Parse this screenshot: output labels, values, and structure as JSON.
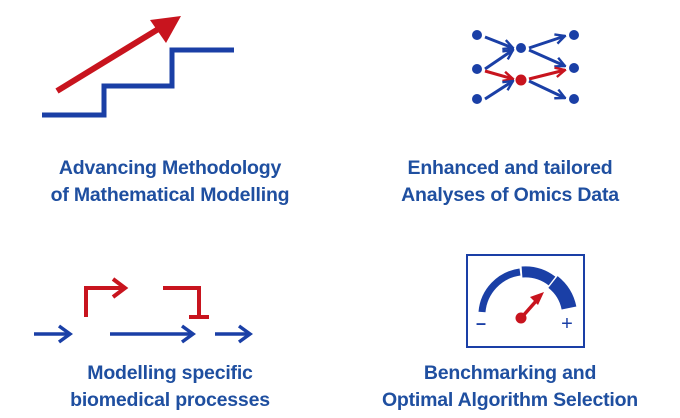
{
  "colors": {
    "blue": "#1a3fa6",
    "red": "#c8141e",
    "caption": "#1f4fa0"
  },
  "tiles": [
    {
      "icon": "staircase-growth-arrow-icon",
      "caption_lines": [
        "Advancing Methodology",
        "of Mathematical Modelling"
      ]
    },
    {
      "icon": "network-omics-arrows-icon",
      "caption_lines": [
        "Enhanced and tailored",
        "Analyses of Omics Data"
      ]
    },
    {
      "icon": "gene-regulation-arrows-icon",
      "caption_lines": [
        "Modelling specific",
        "biomedical processes"
      ]
    },
    {
      "icon": "performance-gauge-icon",
      "caption_lines": [
        "Benchmarking and",
        "Optimal Algorithm Selection"
      ],
      "gauge_labels": {
        "minus": "–",
        "plus": "+"
      }
    }
  ]
}
